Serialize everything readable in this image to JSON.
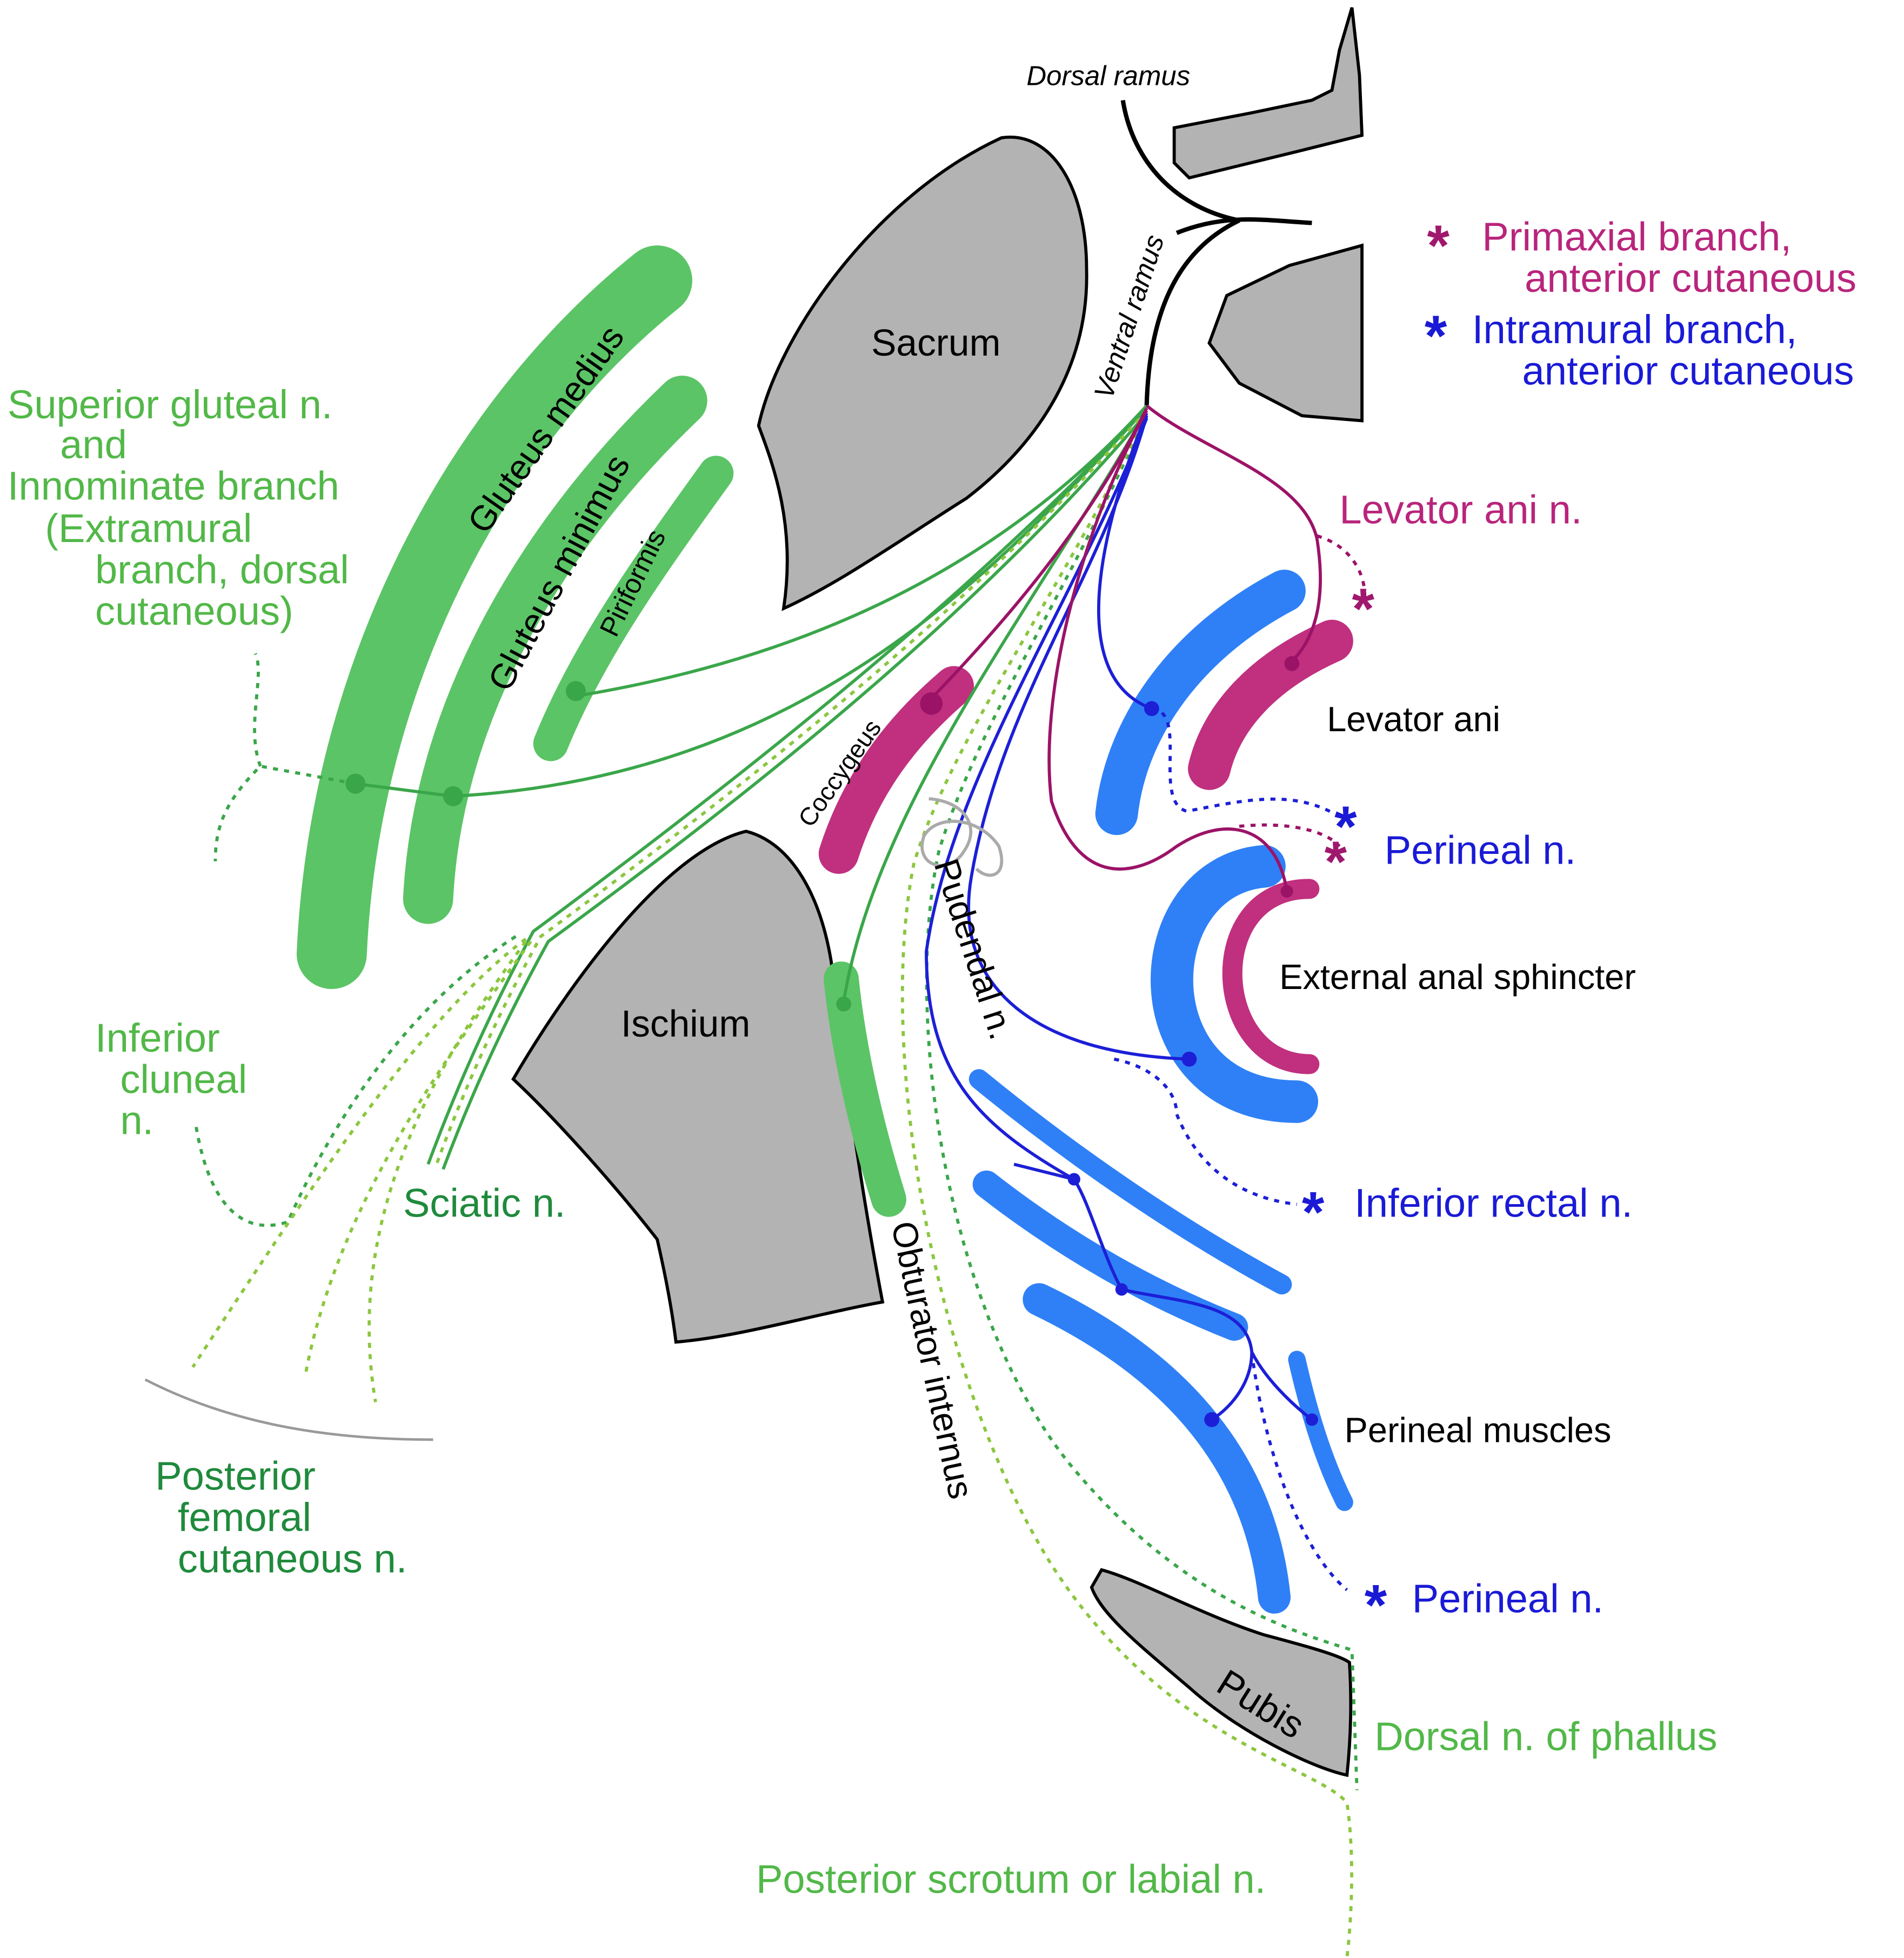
{
  "labels": {
    "dorsal_ramus": "Dorsal ramus",
    "ventral_ramus": "Ventral ramus",
    "sacrum": "Sacrum",
    "ischium": "Ischium",
    "pubis": "Pubis",
    "gluteus_medius": "Gluteus medius",
    "gluteus_minimus": "Gluteus minimus",
    "piriformis": "Piriformis",
    "coccygeus": "Coccygeus",
    "obturator_internus": "Obturator internus",
    "pudendal_n": "Pudendal n.",
    "superior_gluteal_lines": [
      "Superior gluteal n.",
      "and",
      "Innominate branch",
      "(Extramural",
      "branch, dorsal",
      "cutaneous)"
    ],
    "inferior_cluneal_lines": [
      "Inferior",
      "cluneal",
      "n."
    ],
    "sciatic_n": "Sciatic n.",
    "posterior_femoral_lines": [
      "Posterior",
      "femoral",
      "cutaneous n."
    ],
    "levator_ani_n": "Levator ani n.",
    "levator_ani": "Levator ani",
    "perineal_n_upper": "Perineal n.",
    "external_anal_sphincter": "External anal sphincter",
    "inferior_rectal_n": "Inferior rectal n.",
    "perineal_muscles": "Perineal muscles",
    "perineal_n_lower": "Perineal n.",
    "dorsal_n_phallus": "Dorsal n. of phallus",
    "posterior_scrotum": "Posterior scrotum or labial n."
  },
  "legend": {
    "primaxial_lines": [
      "Primaxial branch,",
      "anterior cutaneous"
    ],
    "intramural_lines": [
      "Intramural branch,",
      "anterior cutaneous"
    ],
    "star_symbol": "*"
  },
  "colors": {
    "bone": "#b3b3b3",
    "muscle_green": "#5bc466",
    "muscle_blue": "#2f80f7",
    "muscle_magenta": "#c0307f",
    "nerve_green": "#3aa64a",
    "nerve_lightgreen": "#8cc63f",
    "nerve_blue": "#1c1fd6",
    "nerve_magenta": "#9b1367",
    "label_green": "#52b848",
    "label_darkgreen": "#1f8a3c",
    "label_blue": "#1a1ad6",
    "label_magenta": "#b8257c",
    "star_magenta": "#a0186e",
    "star_blue": "#1a1ad6"
  }
}
